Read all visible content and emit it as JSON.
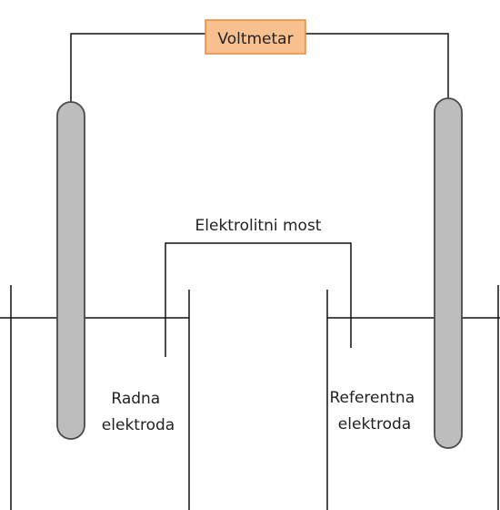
{
  "diagram": {
    "voltmeter_label": "Voltmetar",
    "bridge_label": "Elektrolitni most",
    "working_electrode_label": [
      "Radna",
      "elektroda"
    ],
    "reference_electrode_label": [
      "Referentna",
      "elektroda"
    ]
  },
  "colors": {
    "line": "#111111",
    "voltmeter_fill": "#F9C08F",
    "voltmeter_stroke": "#E58A3A",
    "electrode_fill": "#BDBDBD",
    "electrode_stroke": "#4A4A4A",
    "text": "#222222"
  }
}
